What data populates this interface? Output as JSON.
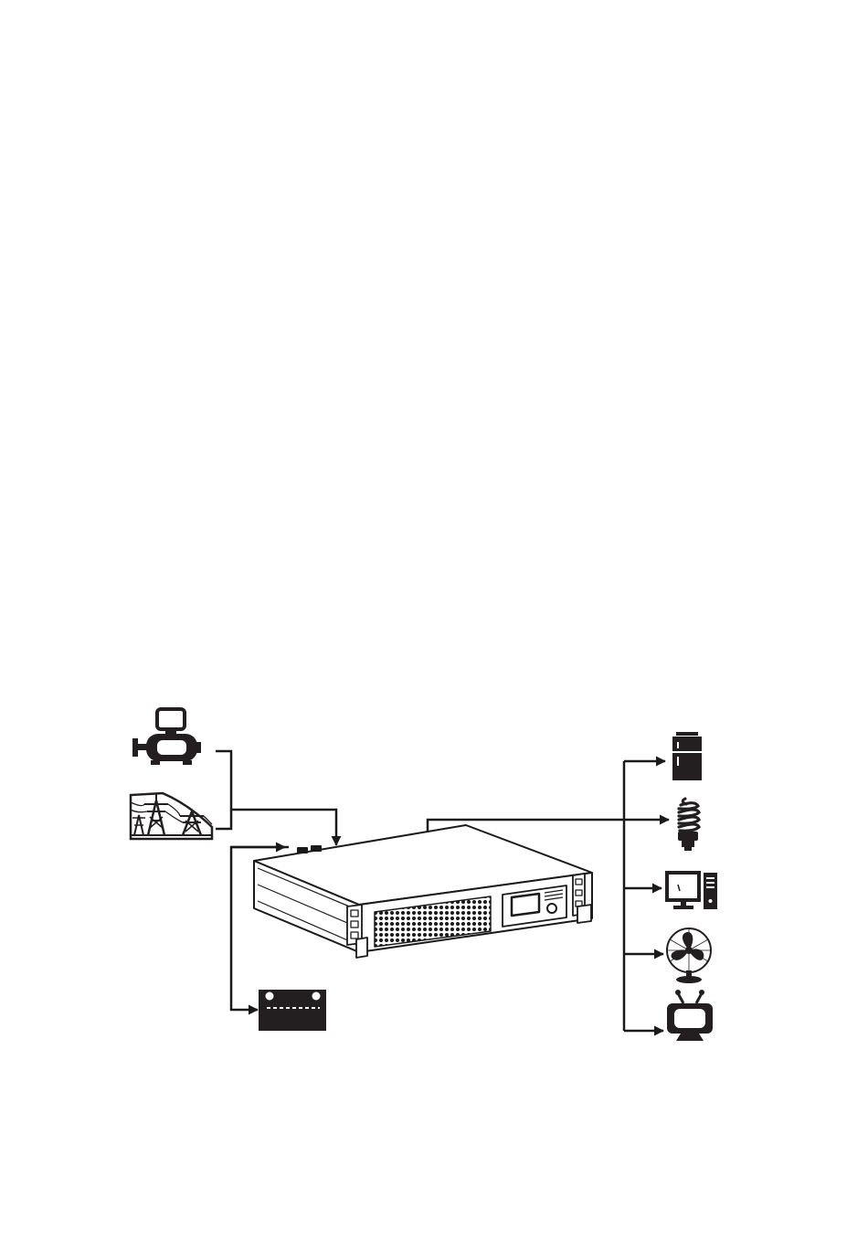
{
  "diagram": {
    "line_color": "#1a1a1a",
    "icon_color": "#231f20",
    "background": "#ffffff",
    "sources": [
      {
        "id": "generator",
        "icon": "generator-icon"
      },
      {
        "id": "utility-grid",
        "icon": "power-tower-icon"
      }
    ],
    "central_unit": {
      "id": "rack-mount-inverter",
      "icon": "rack-inverter-icon"
    },
    "storage": {
      "id": "battery",
      "icon": "battery-icon"
    },
    "loads": [
      {
        "id": "refrigerator",
        "icon": "refrigerator-icon"
      },
      {
        "id": "light-bulb",
        "icon": "cfl-bulb-icon"
      },
      {
        "id": "computer",
        "icon": "desktop-computer-icon"
      },
      {
        "id": "fan",
        "icon": "desk-fan-icon"
      },
      {
        "id": "television",
        "icon": "tv-icon"
      }
    ]
  }
}
